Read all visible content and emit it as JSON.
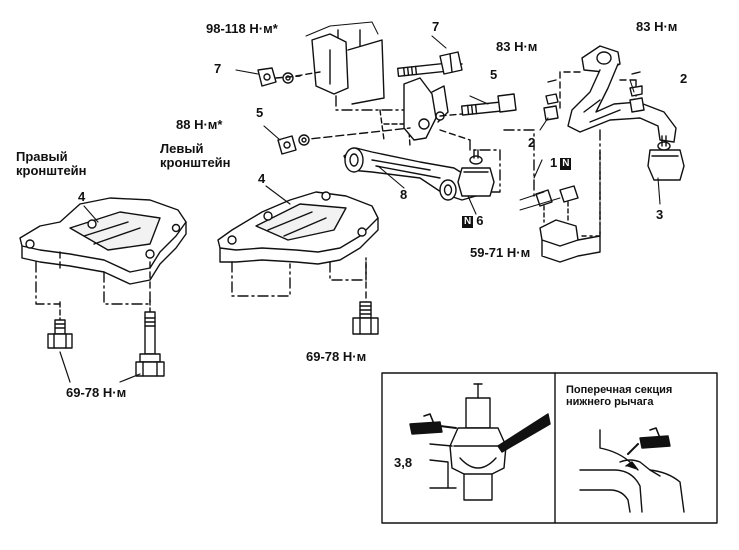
{
  "torques": {
    "t_98_118": "98-118 Н·м*",
    "t_88": "88 Н·м*",
    "t_83_left": "83 Н·м",
    "t_83_right": "83 Н·м",
    "t_59_71": "59-71 Н·м",
    "t_69_78_center": "69-78 Н·м",
    "t_69_78_left": "69-78 Н·м"
  },
  "brackets": {
    "right": "Правый\nкронштейн",
    "left": "Левый\nкронштейн"
  },
  "callouts": {
    "n7_left": "7",
    "n7_top": "7",
    "n5_left": "5",
    "n5_right": "5",
    "n2_left": "2",
    "n2_right": "2",
    "n1": "1",
    "n4_right": "4",
    "n4_left": "4",
    "n8": "8",
    "n6": "6",
    "n3": "3",
    "n38": "3,8"
  },
  "badge": {
    "n": "N"
  },
  "inset": {
    "caption": "Поперечная секция\nнижнего рычага"
  }
}
